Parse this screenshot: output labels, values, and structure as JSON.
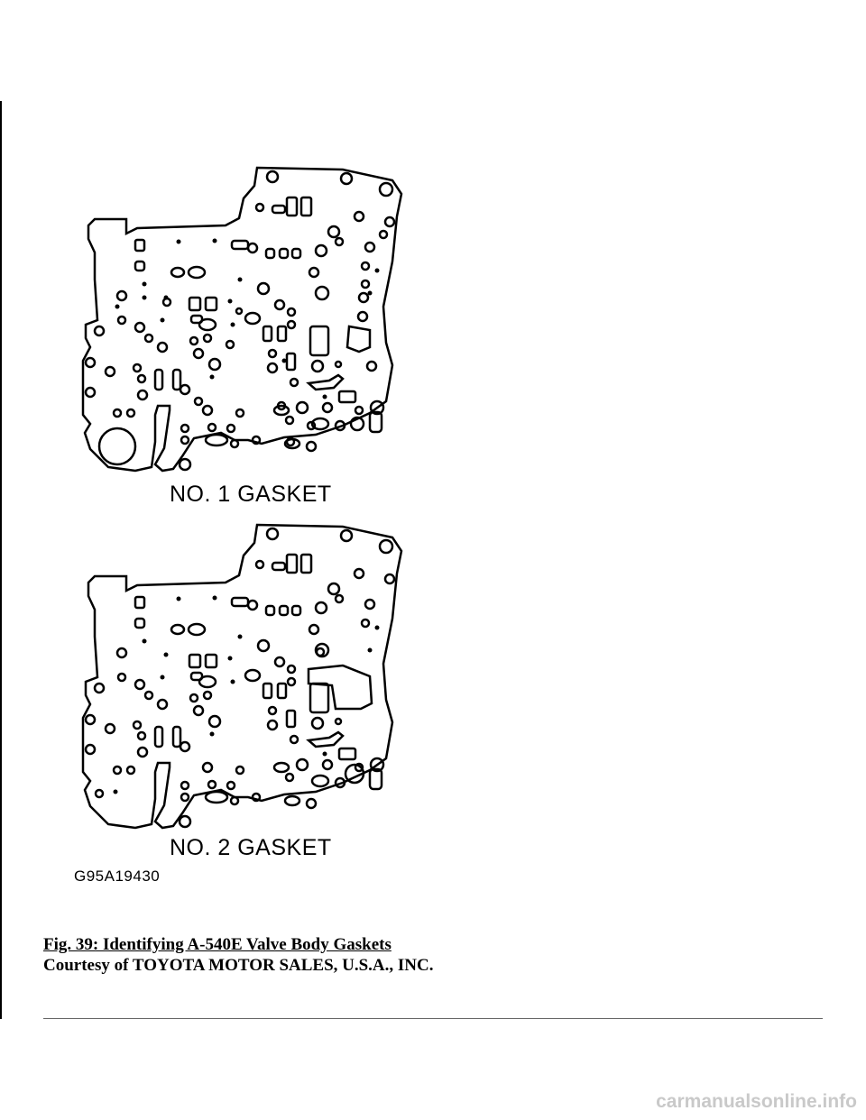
{
  "figure": {
    "gasket_1_label": "NO. 1 GASKET",
    "gasket_2_label": "NO. 2 GASKET",
    "code": "G95A19430"
  },
  "caption": {
    "title": "Fig. 39: Identifying A-540E Valve Body Gaskets",
    "credit": "Courtesy of TOYOTA MOTOR SALES, U.S.A., INC."
  },
  "watermark": "carmanualsonline.info"
}
